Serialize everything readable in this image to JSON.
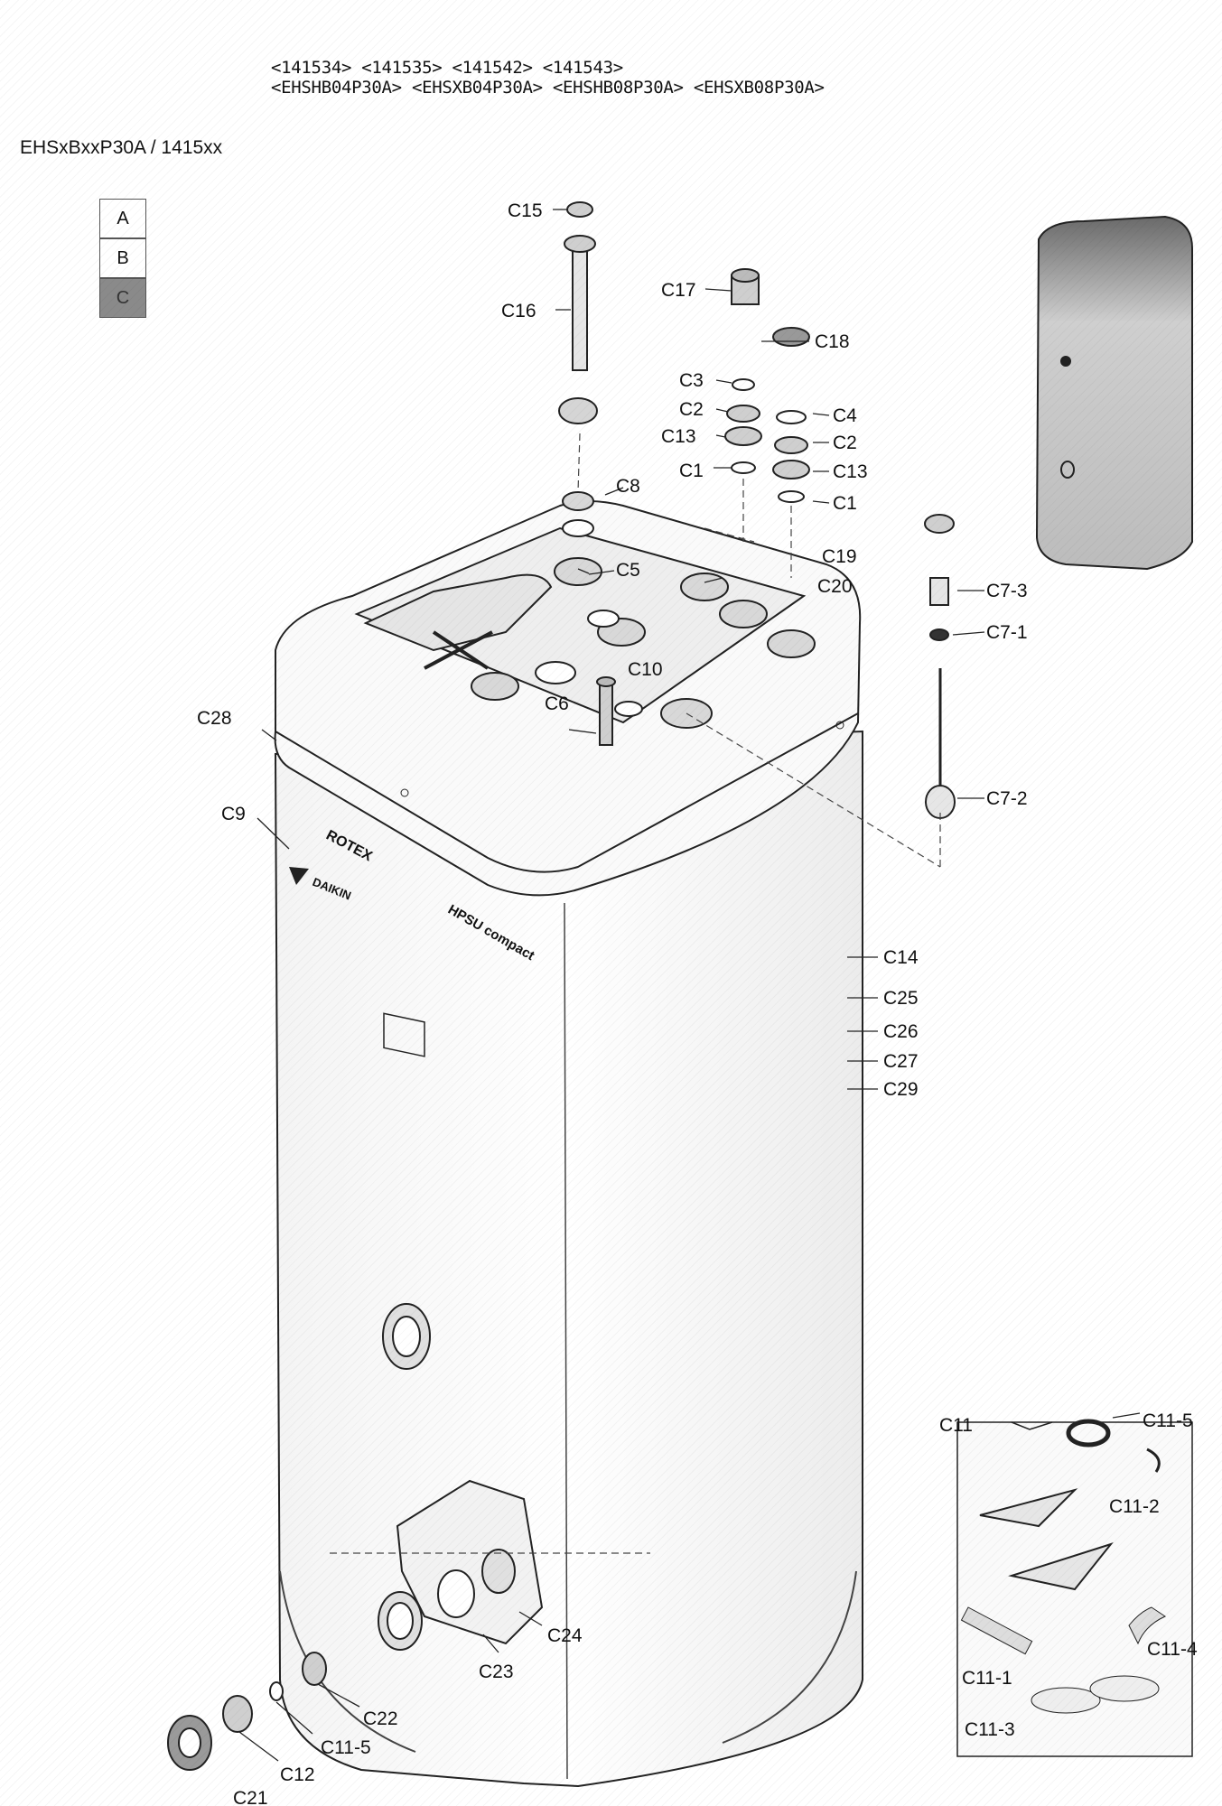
{
  "header": {
    "line1": "<141534> <141535> <141542> <141543>",
    "line2": "<EHSHB04P30A> <EHSXB04P30A> <EHSHB08P30A> <EHSXB08P30A>"
  },
  "model": "EHSxBxxP30A / 1415xx",
  "variants": [
    {
      "label": "A",
      "active": false
    },
    {
      "label": "B",
      "active": false
    },
    {
      "label": "C",
      "active": true
    }
  ],
  "branding": {
    "logo_text": "ROTEX",
    "brand_text": "DAIKIN",
    "product_text": "HPSU compact"
  },
  "parts": {
    "c15": "C15",
    "c16": "C16",
    "c17": "C17",
    "c18": "C18",
    "c3": "C3",
    "c2a": "C2",
    "c13a": "C13",
    "c1a": "C1",
    "c4": "C4",
    "c2b": "C2",
    "c13b": "C13",
    "c1b": "C1",
    "c8": "C8",
    "c5": "C5",
    "c19": "C19",
    "c20": "C20",
    "c10": "C10",
    "c6": "C6",
    "c28": "C28",
    "c9": "C9",
    "c7_3": "C7-3",
    "c7_1": "C7-1",
    "c7_2": "C7-2",
    "c14": "C14",
    "c25": "C25",
    "c26": "C26",
    "c27": "C27",
    "c29": "C29",
    "c24": "C24",
    "c23": "C23",
    "c22": "C22",
    "c21": "C21",
    "c12": "C12",
    "c11_5a": "C11-5",
    "c11": "C11",
    "c11_5b": "C11-5",
    "c11_2": "C11-2",
    "c11_4": "C11-4",
    "c11_1": "C11-1",
    "c11_3": "C11-3"
  }
}
